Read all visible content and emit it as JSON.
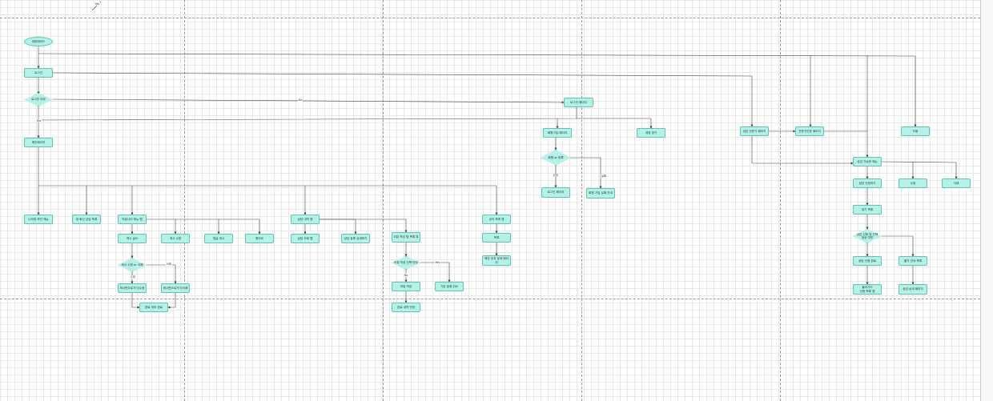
{
  "nodes": {
    "start": "대한메이드",
    "login_page": "로그인",
    "login_check": "로그인 여부",
    "main_page": "메인페이지",
    "n_mypage": "나의정 보인 메뉴",
    "n_saved": "내 회신 상담 목록",
    "n_community": "커뮤니티 메뉴 탭",
    "n_write": "게시 글쓰",
    "n_edit": "게시 수정",
    "n_comment": "댓글 게시",
    "n_like": "좋아요",
    "n_check": "게시 수정 or 삭제",
    "n_confirm_edit": "게시판으로가기/수정",
    "n_confirm_delete": "게시판으로가기/삭제",
    "n_complete": "완료 처리 완료",
    "n_counsel_tab": "상담 내역 탭",
    "n_counsel_search": "상담 조회 탭",
    "n_counsel_reg": "상담 등록 상세보기",
    "n_review_tab": "리뷰 작성 탭 목록 뷰",
    "n_review_check": "리뷰 작성 선택 여부",
    "n_review_write": "리뷰 작성",
    "n_review_other": "기존 등록 취소",
    "n_review_done": "완료 내역 반영",
    "n_notice_tab": "공지 목록 탭",
    "n_notice_list": "목록",
    "n_notice_detail": "해당 공지 상세 페이지",
    "login_page2": "로그인 페이지",
    "signup_page": "회원가입 페이지",
    "find_page": "계정 찾기",
    "signup_check": "회원 or 등록",
    "signup_done": "로그인 페이지",
    "signup_fail": "회원 가입 실패 안내",
    "expert_page": "상담 전문가 페이지",
    "expert_apply": "전문가신청 페이지",
    "help_page": "도움",
    "expert_detail": "상담 가능한 메뉴",
    "ex_apply": "상담 신청하기",
    "ex_modify": "수정",
    "ex_delete": "삭제",
    "ex_wait": "대기 목록",
    "ex_check": "상담 신청 및 선택\n대상 여부",
    "ex_ok": "상담 신청 완료",
    "ex_ng": "불가 안내 목록",
    "ex_back": "돌아가기\n신청 목록 탭",
    "ex_detail": "상담 상세 페이지"
  },
  "edge_labels": {
    "no": "No",
    "yes": "Yes",
    "edit": "수정",
    "delete": "삭제",
    "yes2": "Yes",
    "no2": "No",
    "fail": "실패",
    "success": "성공",
    "edge_top": "Yes"
  }
}
